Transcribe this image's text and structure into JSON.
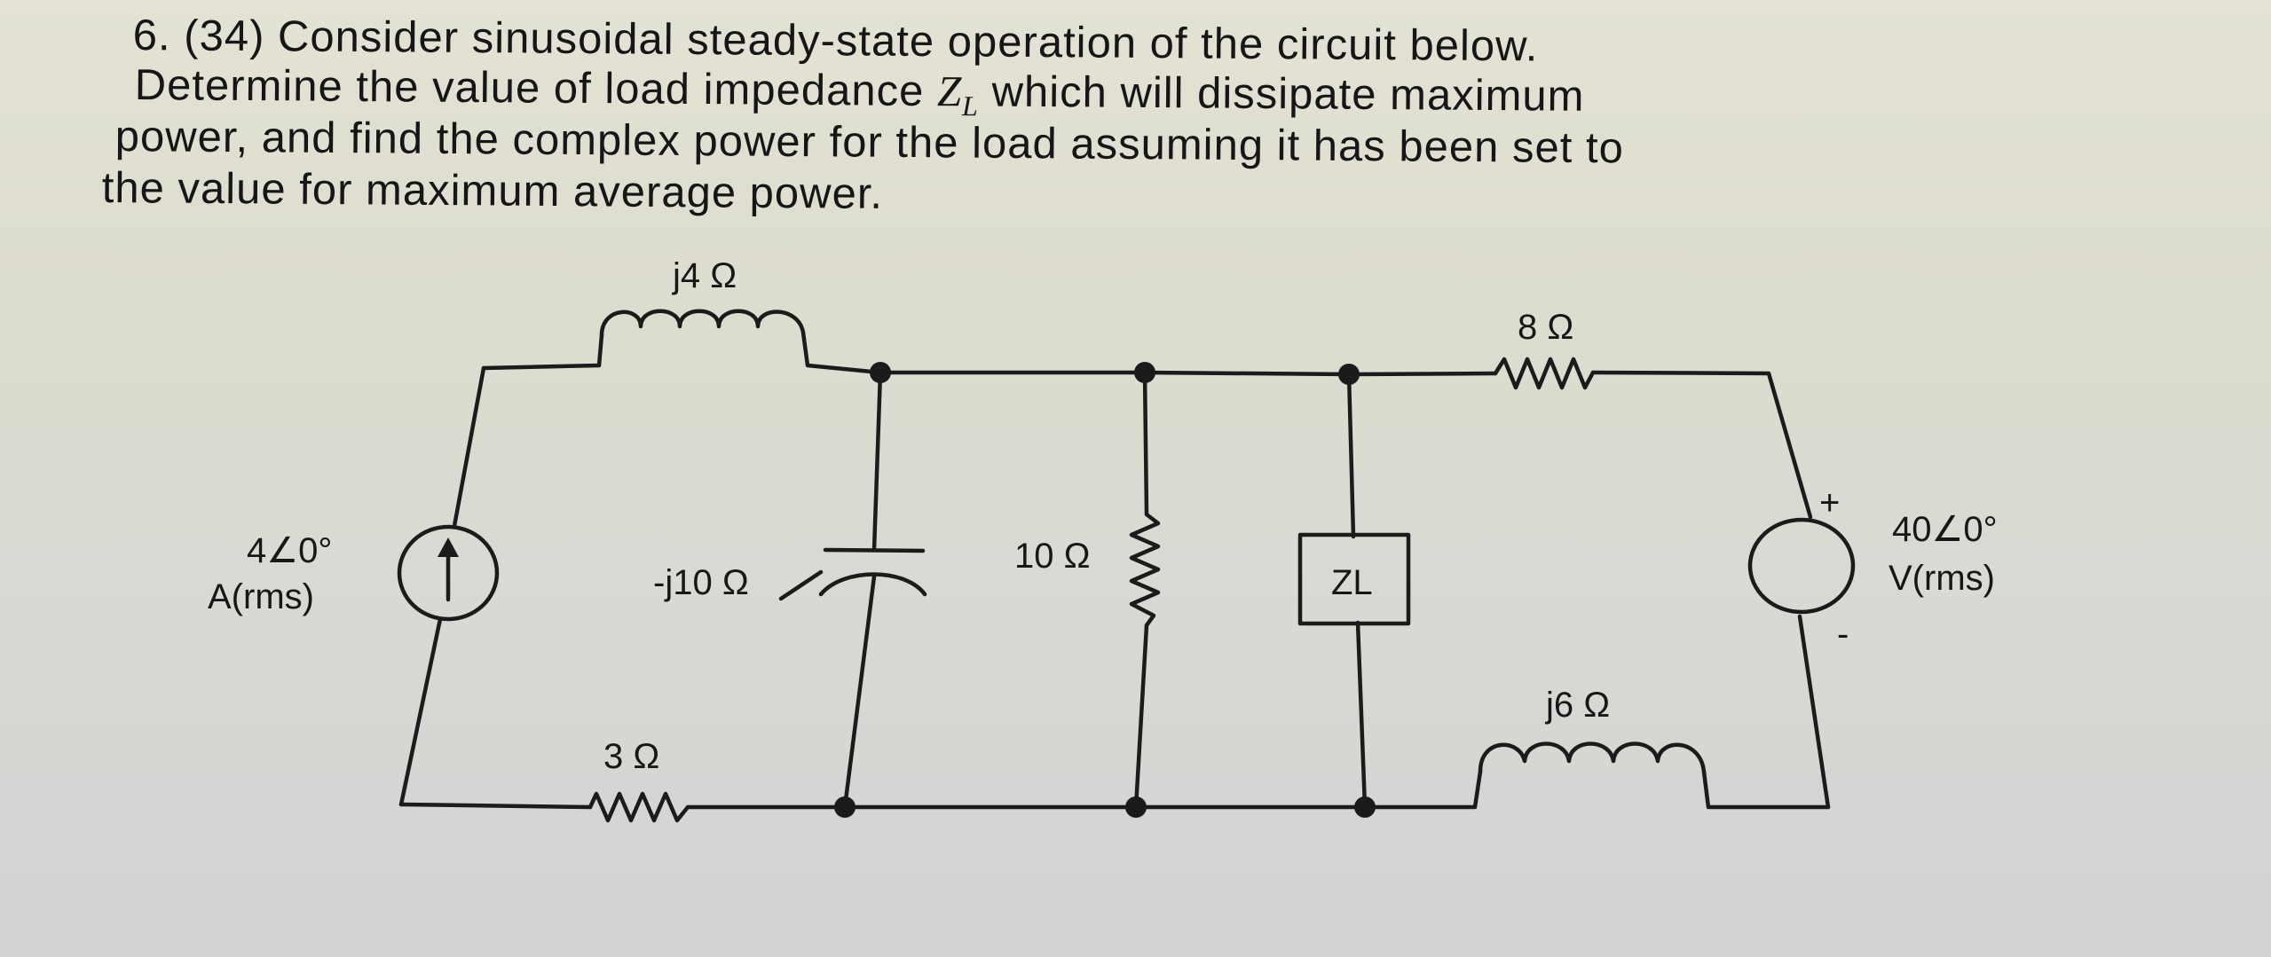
{
  "problem": {
    "line1": "6. (34) Consider sinusoidal steady-state operation of the circuit below.",
    "line2_before": "Determine the value of load impedance ",
    "line2_symbol": "Z",
    "line2_sub": "L",
    "line2_after": " which will dissipate maximum",
    "line3": "power, and find the complex power for the load assuming it has been set to",
    "line4": "the value for maximum average power."
  },
  "circuit": {
    "current_source_value": "4∠0°",
    "current_source_unit": "A(rms)",
    "inductor_top_label": "j4 Ω",
    "resistor_bottom_label": "3 Ω",
    "capacitor_label": "-j10 Ω",
    "resistor_mid_label": "10 Ω",
    "load_label": "ZL",
    "resistor_right_label": "8 Ω",
    "inductor_right_label": "j6 Ω",
    "voltage_source_value": "40∠0°",
    "voltage_source_unit": "V(rms)",
    "plus_sign": "+",
    "minus_sign": "-"
  }
}
